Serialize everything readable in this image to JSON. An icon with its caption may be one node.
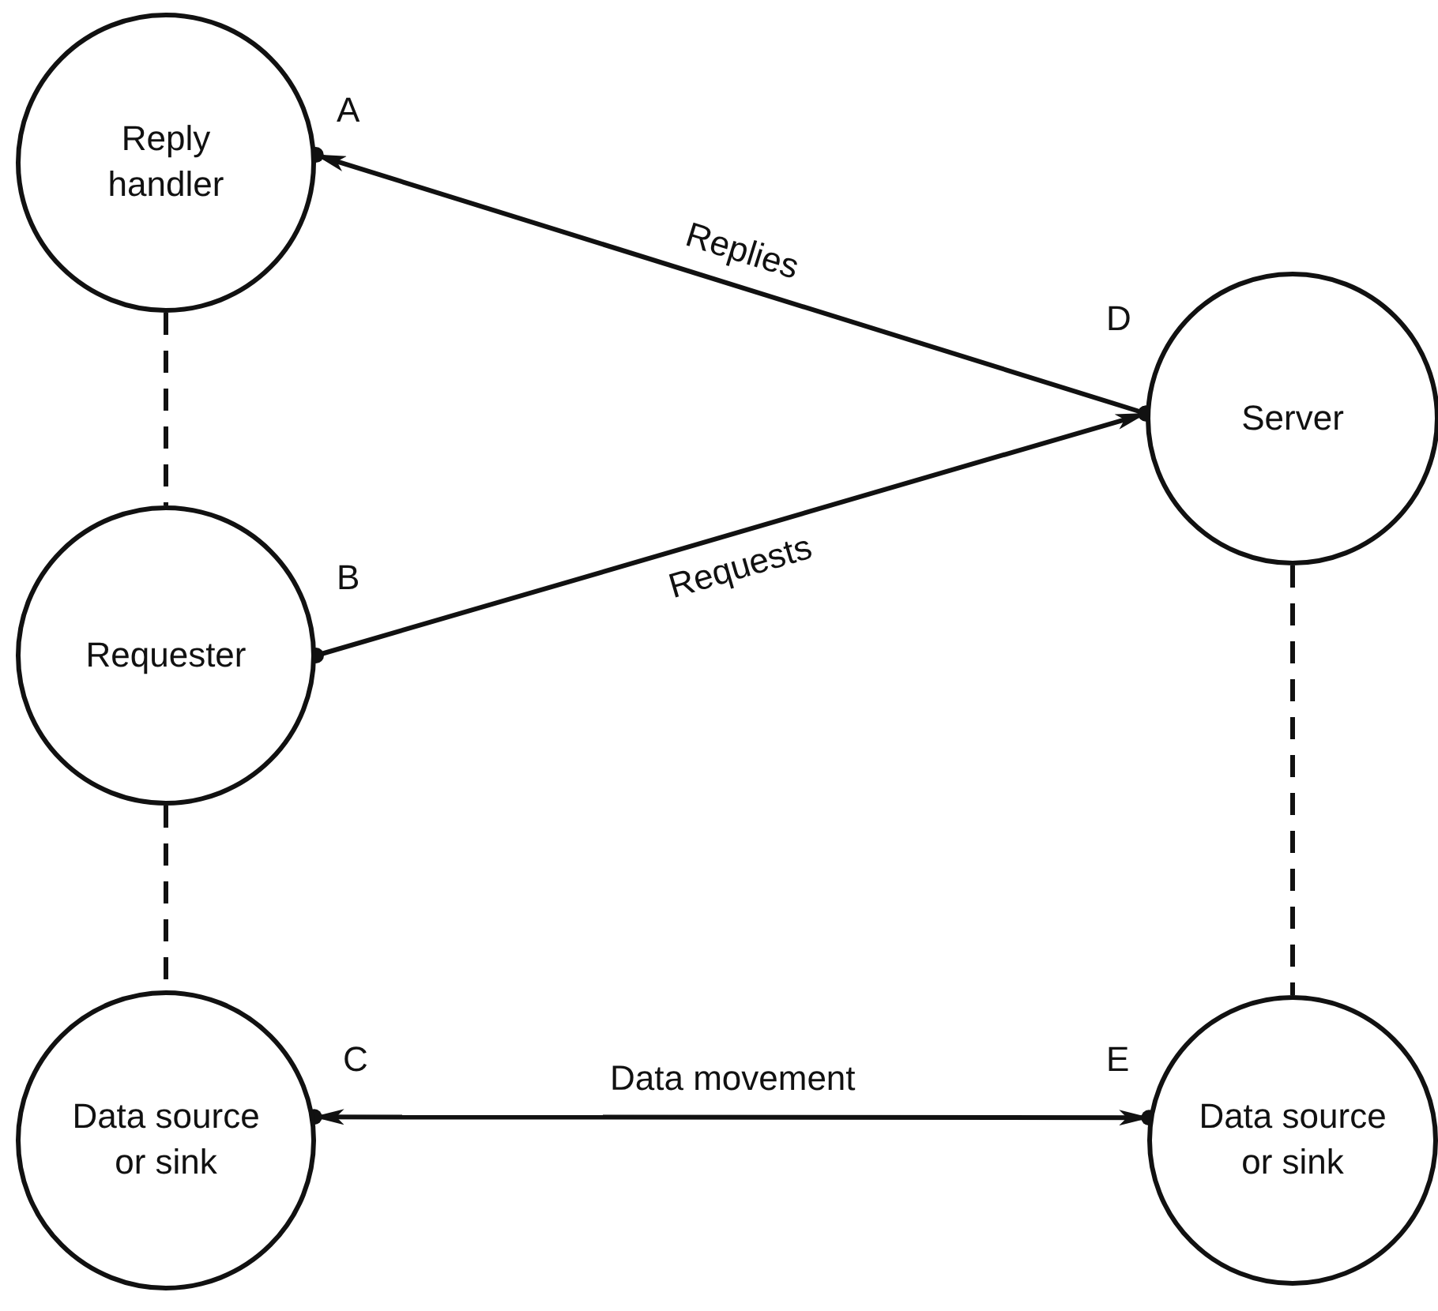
{
  "diagram": {
    "nodes": [
      {
        "text": [
          "Reply handler"
        ],
        "beside": [
          "A"
        ]
      },
      {
        "text": [
          "Requester"
        ],
        "beside": [
          "B"
        ]
      },
      {
        "text": [
          "Data source or sink"
        ],
        "beside": [
          "C"
        ]
      },
      {
        "text": [
          "Server"
        ],
        "beside": [
          "D"
        ]
      },
      {
        "text": [
          "Data source or sink"
        ],
        "beside": [
          "E"
        ]
      }
    ],
    "edges": [
      {
        "from": 3,
        "to": 0,
        "arrow": "to",
        "label": "Replies"
      },
      {
        "from": 1,
        "to": 3,
        "arrow": "to",
        "label": "Requests"
      },
      {
        "from": 2,
        "to": 4,
        "arrow": "both",
        "label": "Data movement"
      },
      {
        "from": 0,
        "to": 1,
        "arrow": "none",
        "style": "dashed"
      },
      {
        "from": 1,
        "to": 2,
        "arrow": "none",
        "style": "dashed"
      },
      {
        "from": 3,
        "to": 4,
        "arrow": "none",
        "style": "dashed"
      }
    ]
  }
}
